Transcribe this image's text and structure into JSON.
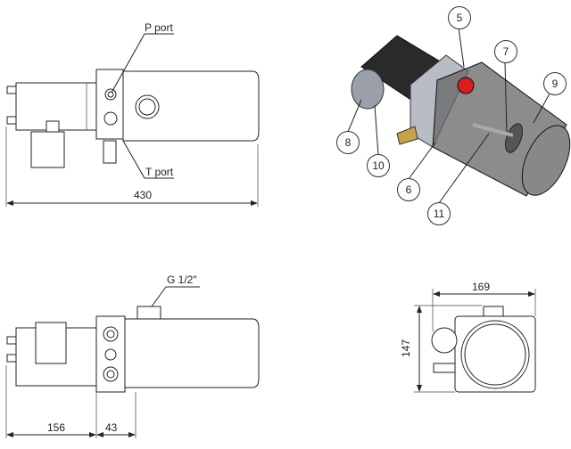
{
  "top_view": {
    "p_port_label": "P port",
    "t_port_label": "T port",
    "length_dim": "430"
  },
  "front_view": {
    "fill_port_label": "G 1/2\"",
    "motor_dim": "156",
    "manifold_dim": "43"
  },
  "side_view": {
    "width_dim": "169",
    "height_dim": "147"
  },
  "isometric": {
    "balloons": [
      "5",
      "7",
      "9",
      "8",
      "10",
      "6",
      "11"
    ]
  },
  "colors": {
    "line": "#222222",
    "cap": "#d81e1e",
    "fitting": "#c8a24a",
    "motor": "#2a2a2a",
    "tank": "#555555"
  }
}
